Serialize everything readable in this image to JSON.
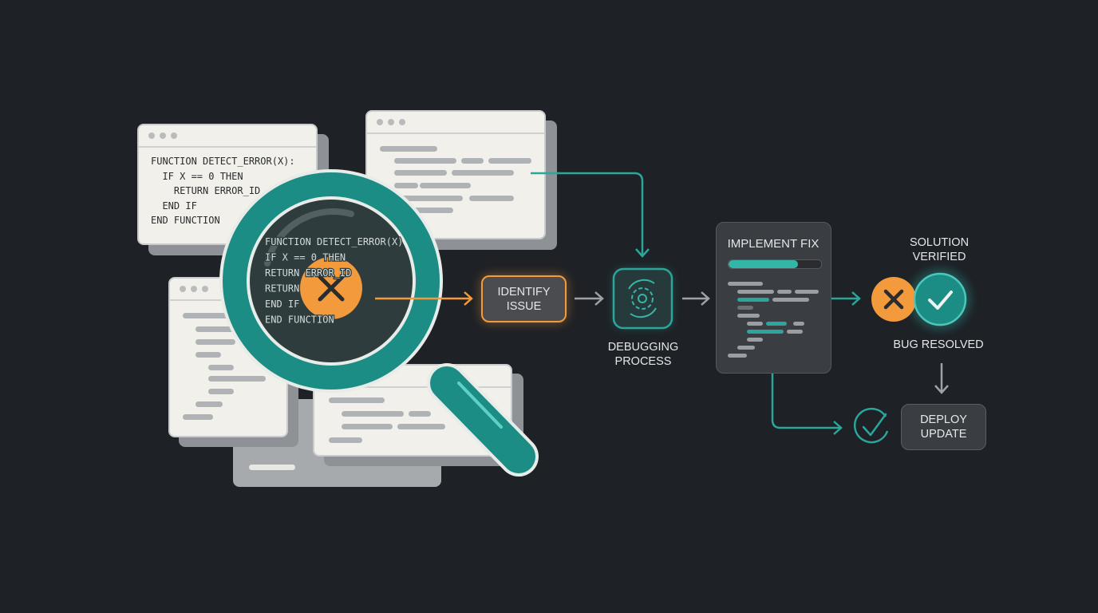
{
  "code_window": {
    "lines": [
      "FUNCTION DETECT_ERROR(X):",
      "  IF X == 0 THEN",
      "    RETURN ERROR_ID",
      "  END IF",
      "END FUNCTION"
    ]
  },
  "lens_code": {
    "lines": [
      "FUNCTION DETECT_ERROR(X)",
      "  IF X == 0 THEN",
      "    RETURN ERROR_ID",
      "    RETURN",
      "  END IF",
      "END FUNCTION"
    ]
  },
  "steps": {
    "identify": "IDENTIFY\nISSUE",
    "debugging": "DEBUGGING\nPROCESS",
    "implement": "IMPLEMENT FIX",
    "verified": "SOLUTION\nVERIFIED",
    "resolved": "BUG RESOLVED",
    "deploy": "DEPLOY\nUPDATE"
  },
  "implement_progress": 0.75,
  "colors": {
    "background": "#1e2126",
    "teal": "#1f9a8f",
    "orange": "#f39a3c",
    "panel": "#3a3d42"
  },
  "icons": [
    "magnifier-icon",
    "error-x-icon",
    "gear-cycle-icon",
    "check-circle-icon",
    "arrow-icon"
  ]
}
